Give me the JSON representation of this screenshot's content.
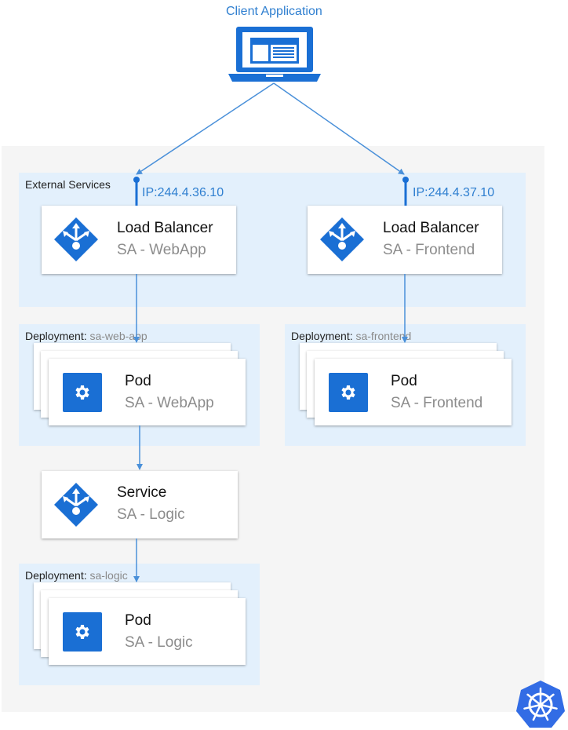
{
  "client": {
    "label": "Client Application"
  },
  "external": {
    "label": "External Services",
    "lb_webapp": {
      "ip": "IP:244.4.36.10",
      "title": "Load Balancer",
      "subtitle": "SA - WebApp"
    },
    "lb_frontend": {
      "ip": "IP:244.4.37.10",
      "title": "Load Balancer",
      "subtitle": "SA - Frontend"
    }
  },
  "deployment_webapp": {
    "prefix": "Deployment:",
    "name": "sa-web-app",
    "pod": {
      "title": "Pod",
      "subtitle": "SA - WebApp"
    }
  },
  "deployment_frontend": {
    "prefix": "Deployment:",
    "name": "sa-frontend",
    "pod": {
      "title": "Pod",
      "subtitle": "SA - Frontend"
    }
  },
  "service_logic": {
    "title": "Service",
    "subtitle": "SA - Logic"
  },
  "deployment_logic": {
    "prefix": "Deployment:",
    "name": "sa-logic",
    "pod": {
      "title": "Pod",
      "subtitle": "SA - Logic"
    }
  },
  "icons": {
    "client": "laptop-icon",
    "load_balancer": "load-balancer-icon",
    "pod": "gear-icon",
    "cluster": "kubernetes-logo-icon"
  },
  "colors": {
    "accent": "#2f7fd0",
    "icon_blue": "#1a6fd4",
    "zone": "#e3f0fc",
    "cluster": "#f5f5f5",
    "k8s": "#326ce5"
  }
}
